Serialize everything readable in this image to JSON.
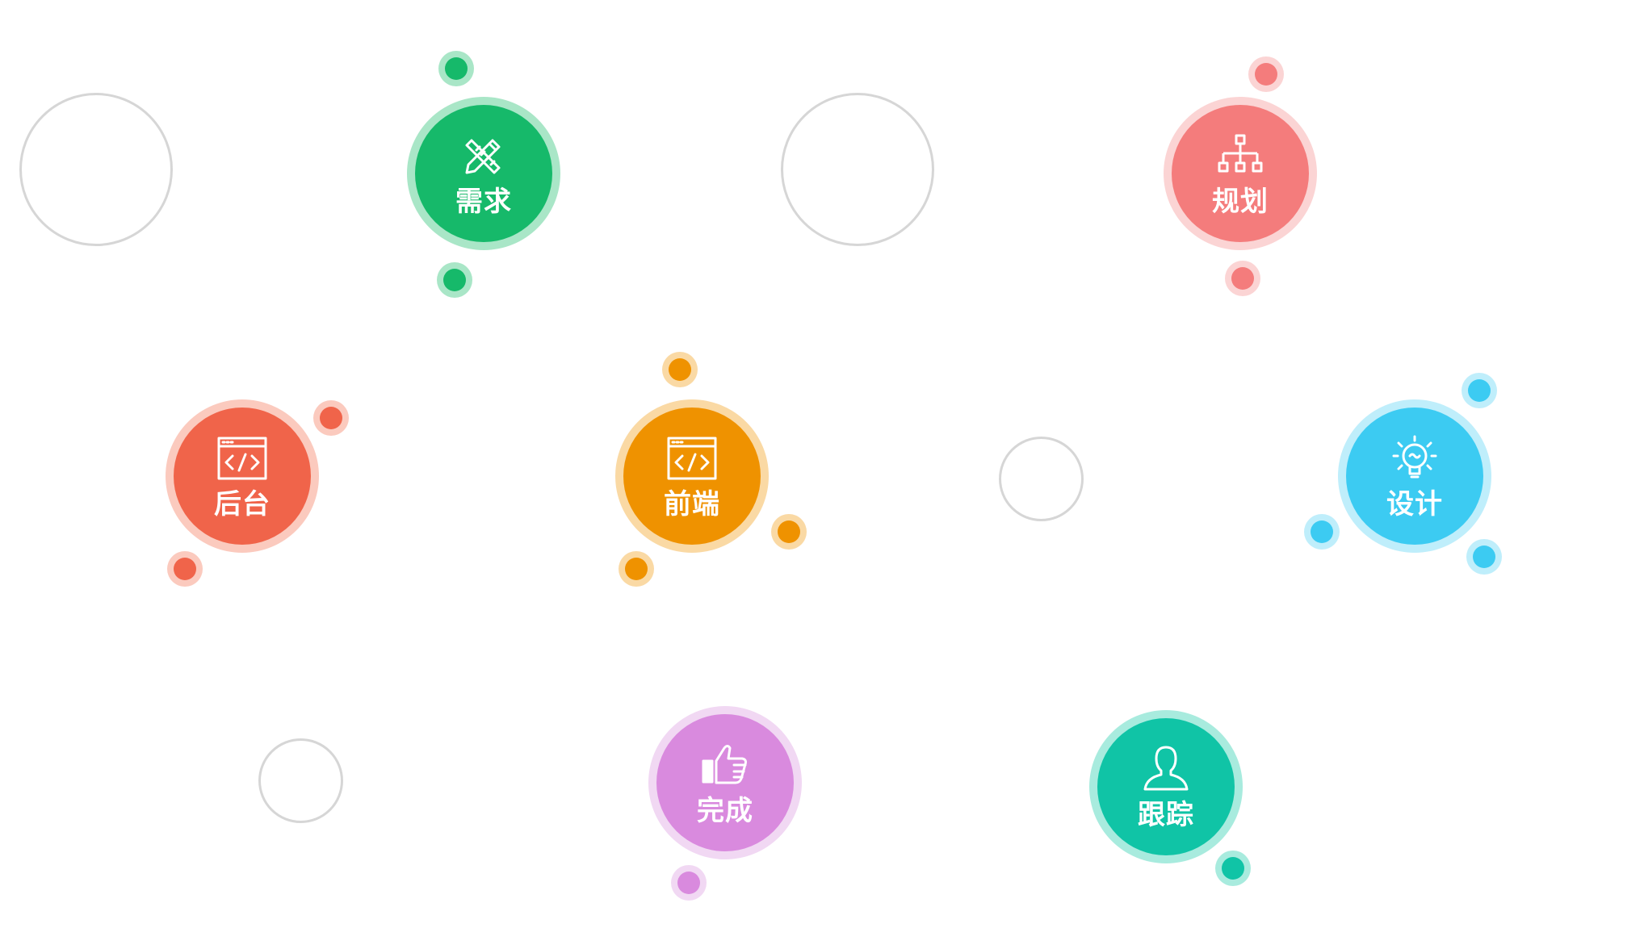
{
  "nodes": [
    {
      "id": "requirement",
      "label": "需求",
      "icon": "pencil-ruler-icon",
      "color": "#16b96a",
      "halo": "#a9e6c7"
    },
    {
      "id": "planning",
      "label": "规划",
      "icon": "sitemap-icon",
      "color": "#f47c7c",
      "halo": "#fbd4d4"
    },
    {
      "id": "backend",
      "label": "后台",
      "icon": "code-window-icon",
      "color": "#f0644a",
      "halo": "#fbcabe"
    },
    {
      "id": "frontend",
      "label": "前端",
      "icon": "code-window-icon",
      "color": "#ef9200",
      "halo": "#fad9a4"
    },
    {
      "id": "design",
      "label": "设计",
      "icon": "lightbulb-icon",
      "color": "#3ccbf2",
      "halo": "#bfeefb"
    },
    {
      "id": "complete",
      "label": "完成",
      "icon": "thumbs-up-icon",
      "color": "#d98ade",
      "halo": "#f1d8f3"
    },
    {
      "id": "tracking",
      "label": "跟踪",
      "icon": "user-icon",
      "color": "#10c4a6",
      "halo": "#a8ebde"
    }
  ]
}
